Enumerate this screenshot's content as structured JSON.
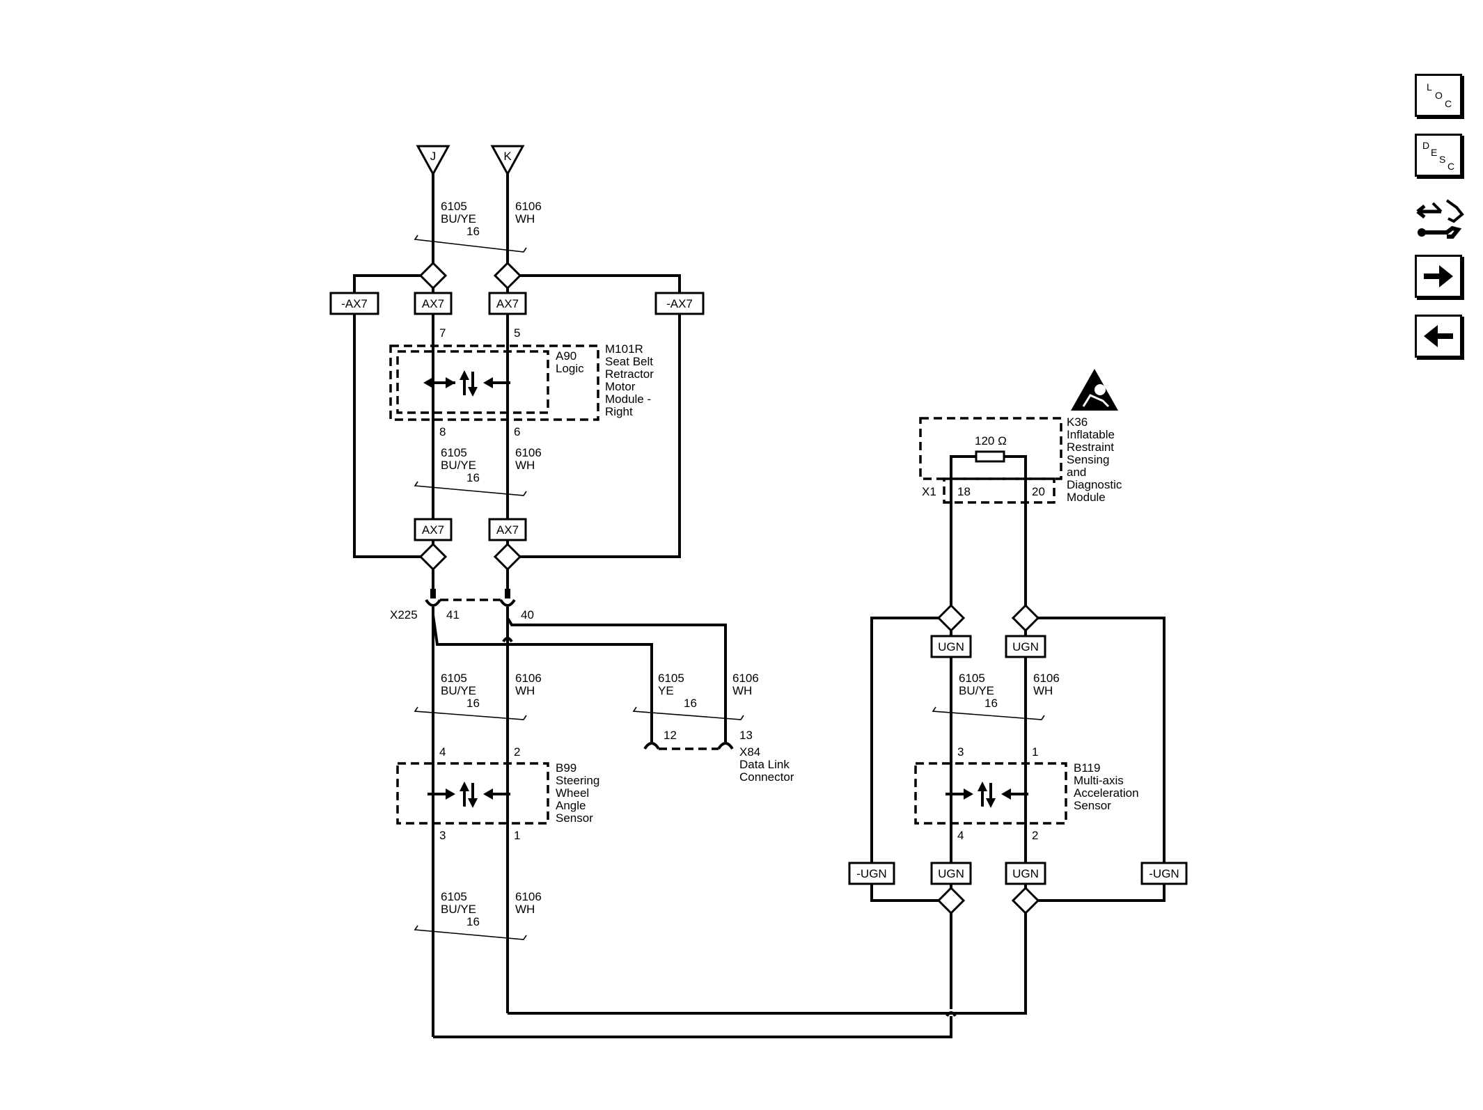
{
  "nav": {
    "loc": [
      "L",
      "O",
      "C"
    ],
    "desc": [
      "D",
      "E",
      "S",
      "C"
    ]
  },
  "offpage": {
    "j": "J",
    "k": "K"
  },
  "wires": {
    "w6105": "6105",
    "w6106": "6106",
    "buye": "BU/YE",
    "wh": "WH",
    "ye": "YE",
    "gauge": "16"
  },
  "options": {
    "ax7": "AX7",
    "nax7": "-AX7",
    "ugn": "UGN",
    "nugn": "-UGN"
  },
  "modules": {
    "m101r": [
      "M101R",
      "Seat Belt",
      "Retractor",
      "Motor",
      "Module -",
      "Right"
    ],
    "a90": [
      "A90",
      "Logic"
    ],
    "b99": [
      "B99",
      "Steering",
      "Wheel",
      "Angle",
      "Sensor"
    ],
    "x84": [
      "X84",
      "Data Link",
      "Connector"
    ],
    "b119": [
      "B119",
      "Multi-axis",
      "Acceleration",
      "Sensor"
    ],
    "k36": [
      "K36",
      "Inflatable",
      "Restraint",
      "Sensing",
      "and",
      "Diagnostic",
      "Module"
    ],
    "resistor": "120 Ω"
  },
  "connectors": {
    "x225": "X225",
    "x1": "X1"
  },
  "pins": {
    "m7": "7",
    "m5": "5",
    "m8": "8",
    "m6": "6",
    "x225_41": "41",
    "x225_40": "40",
    "x84_12": "12",
    "x84_13": "13",
    "b99_4": "4",
    "b99_2": "2",
    "b99_3": "3",
    "b99_1": "1",
    "k36_18": "18",
    "k36_20": "20",
    "b119_3": "3",
    "b119_1": "1",
    "b119_4": "4",
    "b119_2": "2"
  }
}
